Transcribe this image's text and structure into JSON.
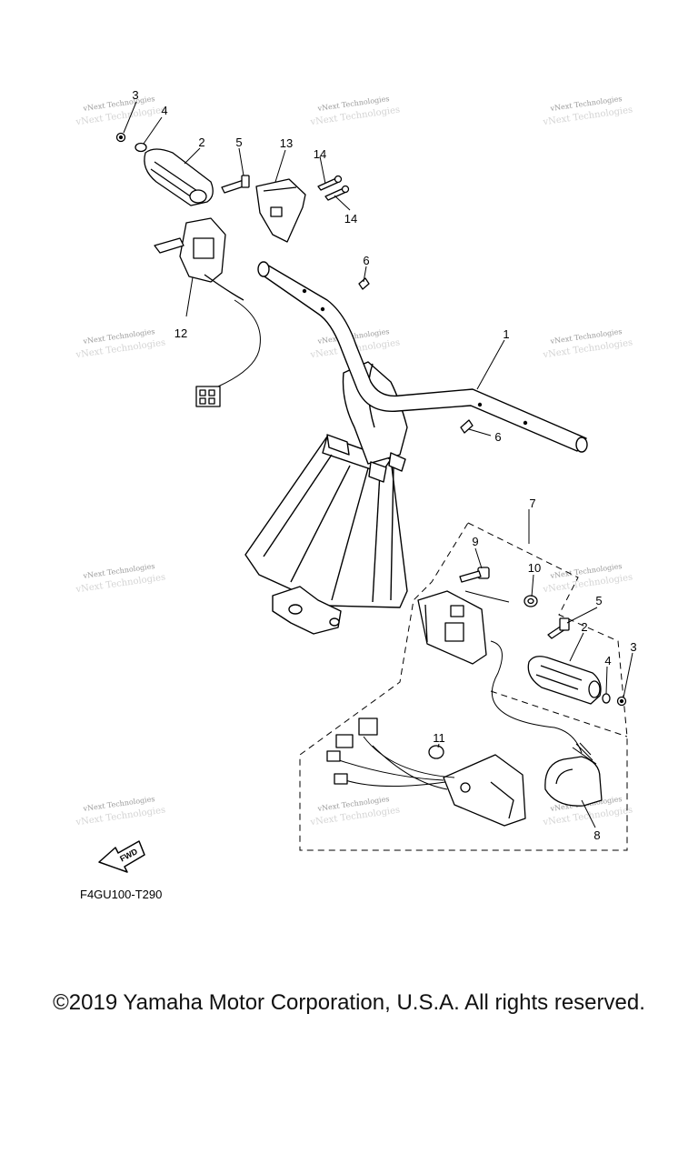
{
  "diagram": {
    "callouts": {
      "c1": "1",
      "c2a": "2",
      "c2b": "2",
      "c3a": "3",
      "c3b": "3",
      "c4a": "4",
      "c4b": "4",
      "c5a": "5",
      "c5b": "5",
      "c6a": "6",
      "c6b": "6",
      "c7": "7",
      "c8": "8",
      "c9": "9",
      "c10": "10",
      "c11": "11",
      "c12": "12",
      "c13": "13",
      "c14a": "14",
      "c14b": "14"
    },
    "direction_label": "FWD",
    "figure_code": "F4GU100-T290",
    "watermark_text": "vNext Technologies"
  },
  "footer": {
    "copyright": "©2019 Yamaha Motor Corporation, U.S.A. All rights reserved."
  },
  "colors": {
    "line": "#000000",
    "watermark": "#9a9a9a",
    "background": "#ffffff"
  }
}
